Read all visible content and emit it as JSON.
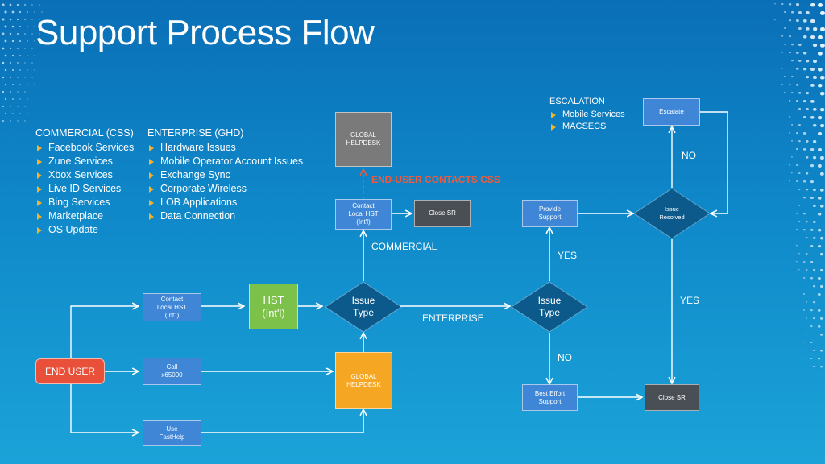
{
  "title": "Support Process Flow",
  "commercial": {
    "heading": "COMMERCIAL (CSS)",
    "items": [
      "Facebook Services",
      "Zune Services",
      "Xbox Services",
      "Live ID Services",
      "Bing Services",
      "Marketplace",
      "OS Update"
    ]
  },
  "enterprise": {
    "heading": "ENTERPRISE (GHD)",
    "items": [
      "Hardware Issues",
      "Mobile Operator Account Issues",
      "Exchange Sync",
      "Corporate Wireless",
      "LOB Applications",
      "Data Connection"
    ]
  },
  "escalation": {
    "heading": "ESCALATION",
    "items": [
      "Mobile Services",
      "MACSECS"
    ]
  },
  "nodes": {
    "end_user": "END USER",
    "contact_local_hst_left": "Contact\nLocal HST\n(Int'l)",
    "call": "Call\nx65000",
    "use_fasthelp": "Use\nFastHelp",
    "hst": "HST\n(Int'l)",
    "global_helpdesk_orange": "GLOBAL\nHELPDESK",
    "issue_type_1": "Issue\nType",
    "contact_local_hst_top": "Contact\nLocal HST\n(Int'l)",
    "close_sr_top": "Close SR",
    "global_helpdesk_gray": "GLOBAL\nHELPDESK",
    "issue_type_2": "Issue\nType",
    "provide_support": "Provide\nSupport",
    "issue_resolved": "Issue\nResolved",
    "escalate": "Escalate",
    "best_effort_support": "Best Effort\nSupport",
    "close_sr_bottom": "Close SR"
  },
  "labels": {
    "end_user_contacts_css": "END-USER CONTACTS CSS",
    "commercial": "COMMERCIAL",
    "enterprise": "ENTERPRISE",
    "yes_left": "YES",
    "no_left": "NO",
    "no_right": "NO",
    "yes_right": "YES"
  },
  "colors": {
    "background": "#0f88c9",
    "blue_box": "#3f86d6",
    "dark_box": "#4a4f55",
    "gray_box": "#7a7a7a",
    "orange_box": "#f5a623",
    "green_box": "#7cc24a",
    "red_box": "#e8503a",
    "diamond": "#0c5a8c",
    "bullet": "#f3b32b",
    "dashed_arrow": "#f05a3a"
  }
}
